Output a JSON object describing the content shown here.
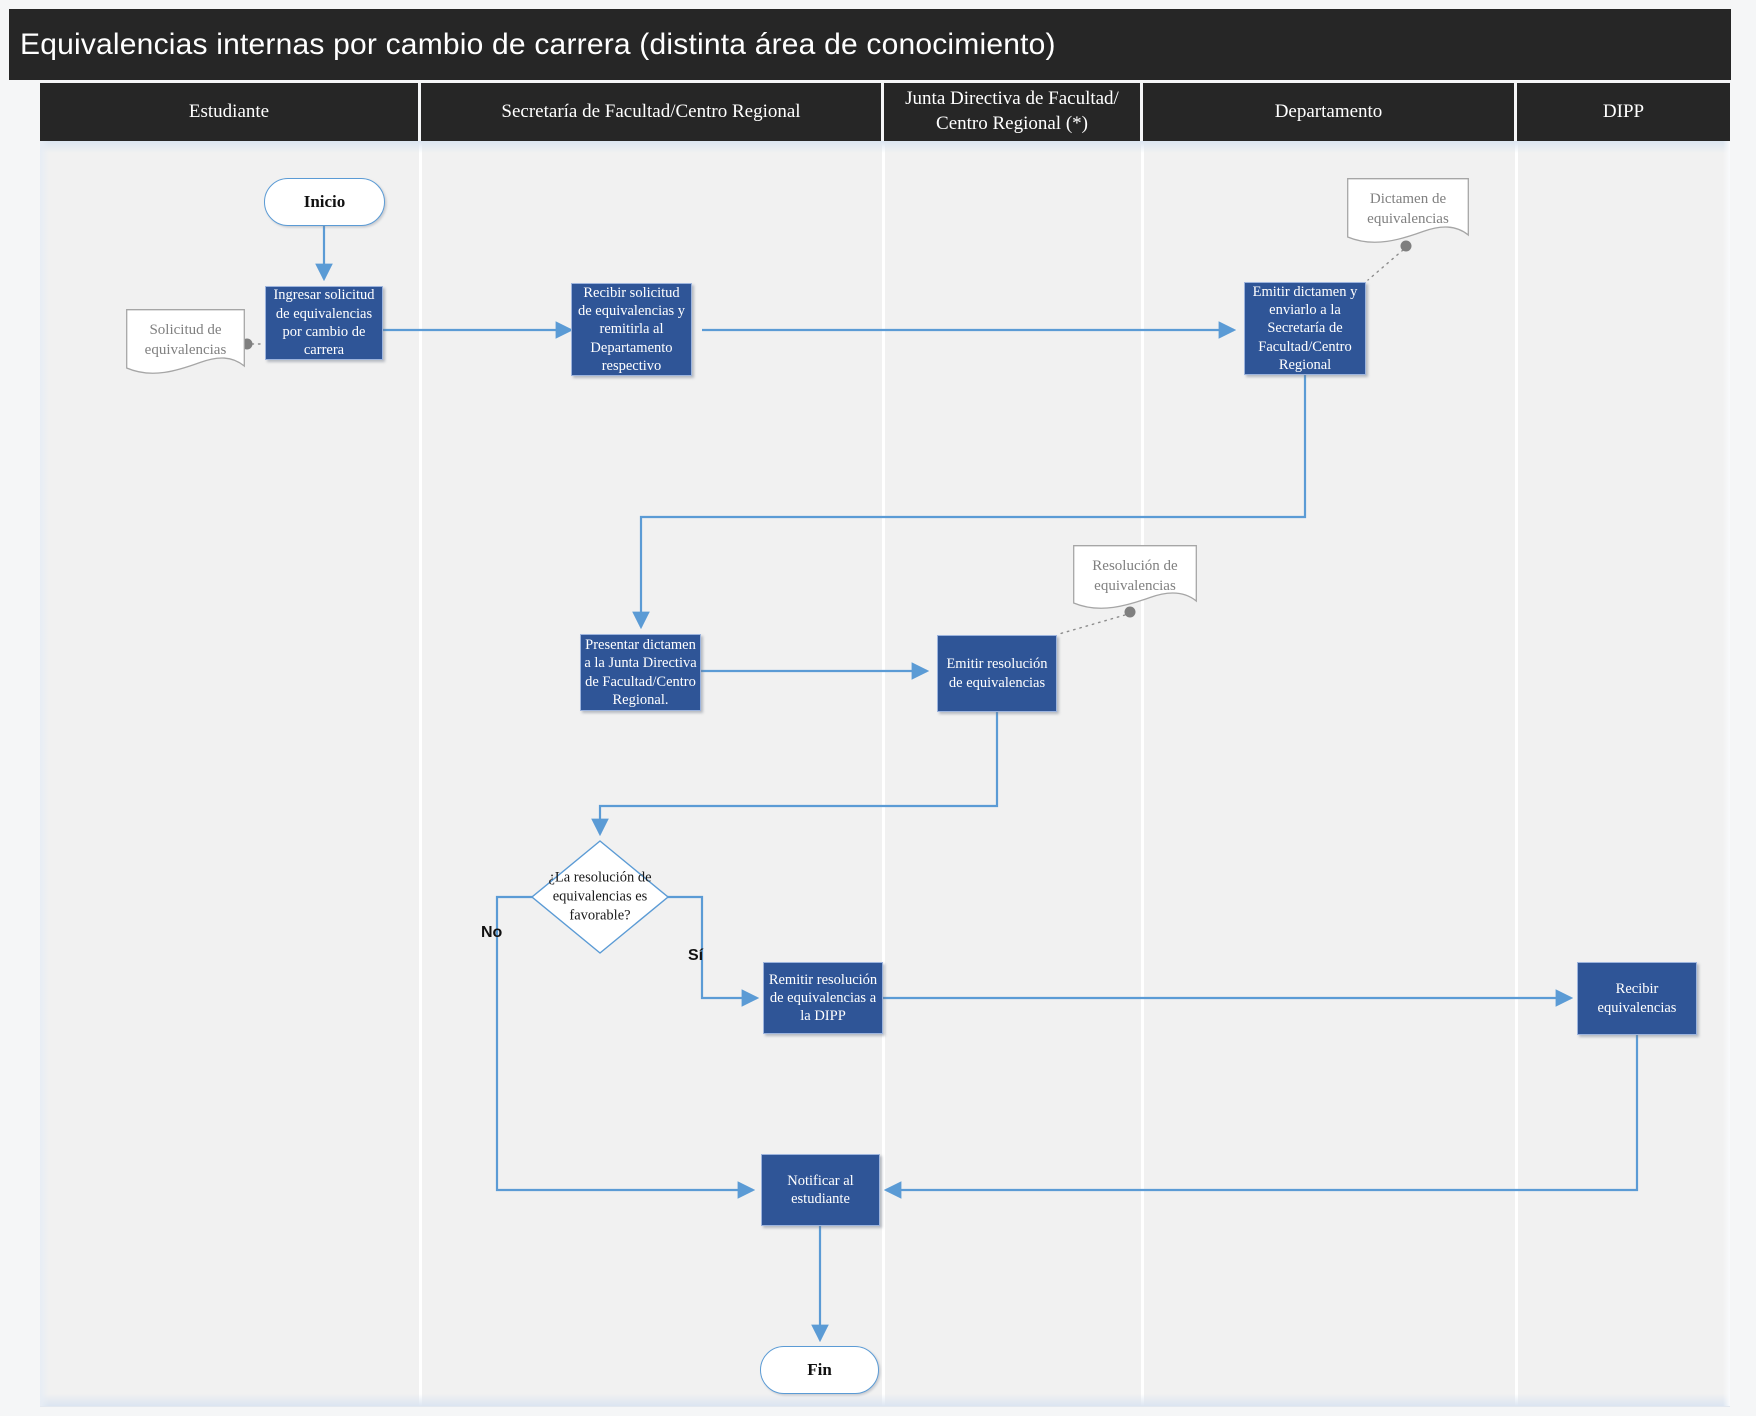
{
  "title": "Equivalencias internas por cambio de carrera (distinta área de conocimiento)",
  "lanes": [
    {
      "label": "Estudiante"
    },
    {
      "label": "Secretaría de Facultad/Centro Regional"
    },
    {
      "label": "Junta Directiva de Facultad/ Centro Regional (*)"
    },
    {
      "label": "Departamento"
    },
    {
      "label": "DIPP"
    }
  ],
  "nodes": {
    "start": {
      "type": "terminator",
      "label": "Inicio"
    },
    "solicitud_doc": {
      "type": "document",
      "label": "Solicitud de equivalencias"
    },
    "ingresar_solicitud": {
      "type": "process",
      "label": "Ingresar solicitud de equivalencias por cambio de carrera"
    },
    "recibir_solicitud": {
      "type": "process",
      "label": "Recibir solicitud de equivalencias y remitirla al Departamento respectivo"
    },
    "dictamen_doc": {
      "type": "document",
      "label": "Dictamen de equivalencias"
    },
    "emitir_dictamen": {
      "type": "process",
      "label": "Emitir dictamen y enviarlo  a la Secretaría de Facultad/Centro Regional"
    },
    "presentar_dictamen": {
      "type": "process",
      "label": "Presentar dictamen a la Junta Directiva de Facultad/Centro Regional."
    },
    "resolucion_doc": {
      "type": "document",
      "label": "Resolución de equivalencias"
    },
    "emitir_resolucion": {
      "type": "process",
      "label": "Emitir resolución de equivalencias"
    },
    "decision_favorable": {
      "type": "decision",
      "label": "¿La resolución de equivalencias es favorable?"
    },
    "remitir_resolucion": {
      "type": "process",
      "label": "Remitir resolución de equivalencias a la DIPP"
    },
    "recibir_equivalencias": {
      "type": "process",
      "label": "Recibir equivalencias"
    },
    "notificar_estudiante": {
      "type": "process",
      "label": "Notificar al estudiante"
    },
    "fin": {
      "type": "terminator",
      "label": "Fin"
    }
  },
  "branch_labels": {
    "no": "No",
    "si": "Sí"
  },
  "colors": {
    "bar_background": "#262626",
    "bar_text": "#ffffff",
    "process_fill": "#2f5597",
    "process_text": "#ffffff",
    "connector_blue": "#5b9bd5",
    "document_border": "#a6a6a6",
    "document_text": "#808080",
    "canvas_background": "#f1f1f1",
    "accent_strip": "#dbe5f1"
  }
}
